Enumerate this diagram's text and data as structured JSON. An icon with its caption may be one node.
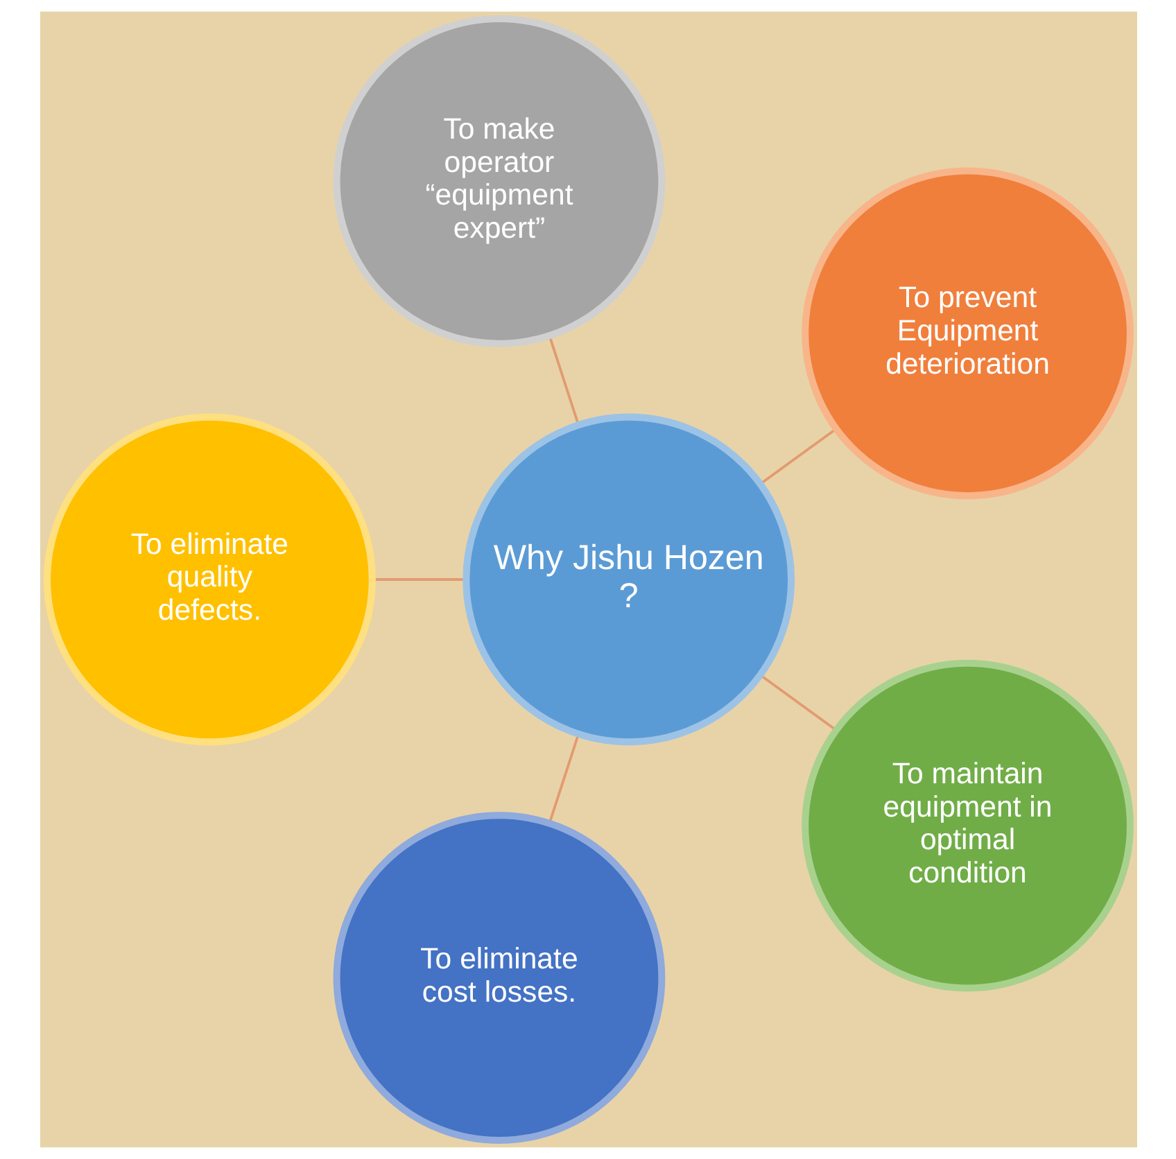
{
  "diagram": {
    "nodes": [
      {
        "text": [
          "Why Jishu Hozen ?"
        ]
      },
      {
        "text": [
          "To prevent Equipment deterioration"
        ]
      },
      {
        "text": [
          "To make operator “equipment expert”"
        ]
      },
      {
        "text": [
          "To eliminate quality defects."
        ]
      },
      {
        "text": [
          "To eliminate cost losses."
        ]
      },
      {
        "text": [
          "To maintain equipment in optimal condition"
        ]
      }
    ],
    "edges": [
      {
        "from": 0,
        "to": 1,
        "arrow": "none"
      },
      {
        "from": 0,
        "to": 2,
        "arrow": "none"
      },
      {
        "from": 0,
        "to": 3,
        "arrow": "none"
      },
      {
        "from": 0,
        "to": 4,
        "arrow": "none"
      },
      {
        "from": 0,
        "to": 5,
        "arrow": "none"
      }
    ]
  }
}
